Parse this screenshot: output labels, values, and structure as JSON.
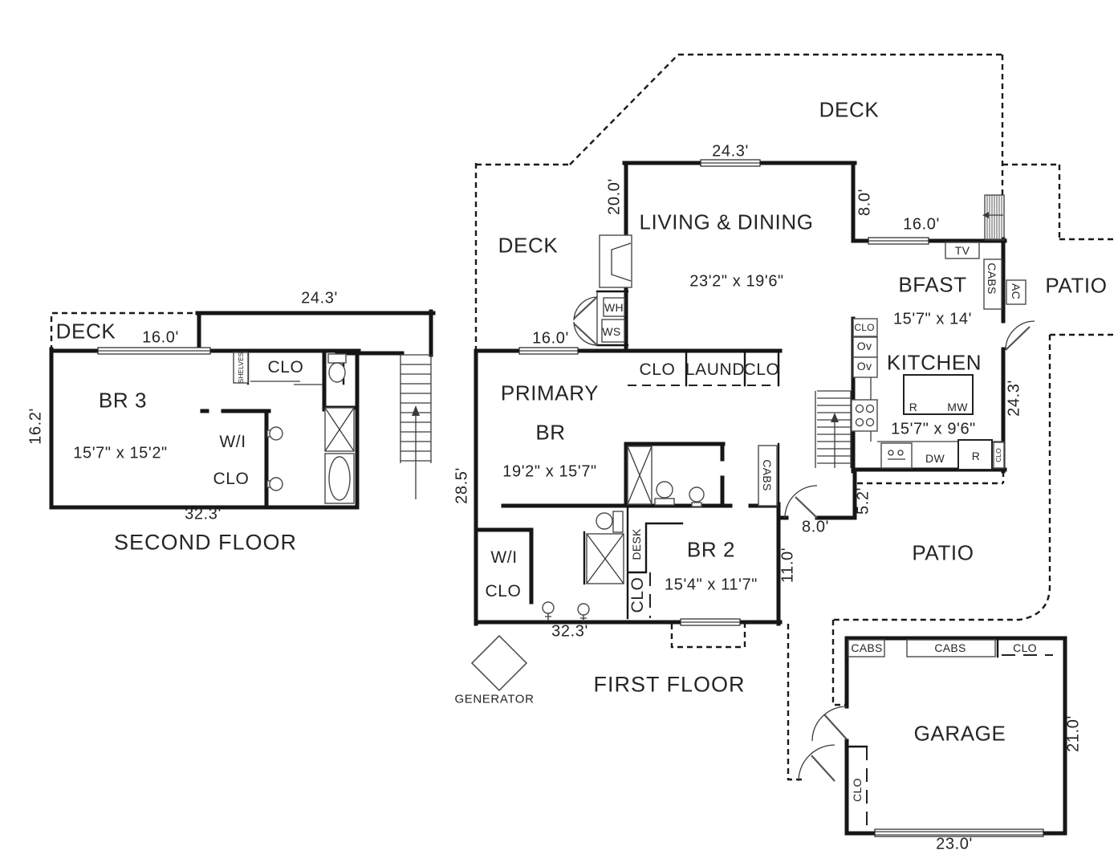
{
  "second_floor": {
    "title": "SECOND FLOOR",
    "deck": "DECK",
    "rooms": {
      "br3": "BR 3",
      "br3_dims": "15'7\" x 15'2\"",
      "wi_line1": "W/I",
      "wi_line2": "CLO",
      "clo": "CLO",
      "shelves": "SHELVES"
    },
    "dims": {
      "top": "24.3'",
      "window": "16.0'",
      "left": "16.2'",
      "bottom": "32.3'"
    }
  },
  "first_floor": {
    "title": "FIRST FLOOR",
    "deck_upper": "DECK",
    "deck_side": "DECK",
    "patio_upper": "PATIO",
    "patio_lower": "PATIO",
    "generator": "GENERATOR",
    "rooms": {
      "living": "LIVING & DINING",
      "living_dims": "23'2\" x 19'6\"",
      "bfast": "BFAST",
      "bfast_dims": "15'7\" x 14'",
      "kitchen": "KITCHEN",
      "kitchen_dims": "15'7\" x 9'6\"",
      "primary_line1": "PRIMARY",
      "primary_line2": "BR",
      "primary_dims": "19'2\" x 15'7\"",
      "br2": "BR 2",
      "br2_dims": "15'4\" x 11'7\"",
      "wi_line1": "W/I",
      "wi_line2": "CLO",
      "clo_a": "CLO",
      "laund": "LAUND",
      "clo_b": "CLO",
      "clo_br2": "CLO",
      "desk": "DESK"
    },
    "fixtures": {
      "tv": "TV",
      "cabs_bfast": "CABS",
      "ac": "AC",
      "clo_kitchen": "CLO",
      "oven1": "Ov",
      "oven2": "Ov",
      "island_range": "R",
      "island_mw": "MW",
      "dw": "DW",
      "fridge": "R",
      "clo_fridge": "CLO",
      "wh": "WH",
      "ws": "WS",
      "cabs_br2": "CABS"
    },
    "dims": {
      "living_top": "24.3'",
      "living_left": "20.0'",
      "living_step": "8.0'",
      "bfast_top": "16.0'",
      "kitchen_right": "24.3'",
      "primary_window": "16.0'",
      "left": "28.5'",
      "bottom": "32.3'",
      "br2_right": "11.0'",
      "entry": "8.0'",
      "kitchen_patio": "5.2'"
    }
  },
  "garage": {
    "name": "GARAGE",
    "cabs1": "CABS",
    "cabs2": "CABS",
    "clo_top": "CLO",
    "clo_left": "CLO",
    "dims": {
      "right": "21.0'",
      "bottom": "23.0'"
    }
  }
}
